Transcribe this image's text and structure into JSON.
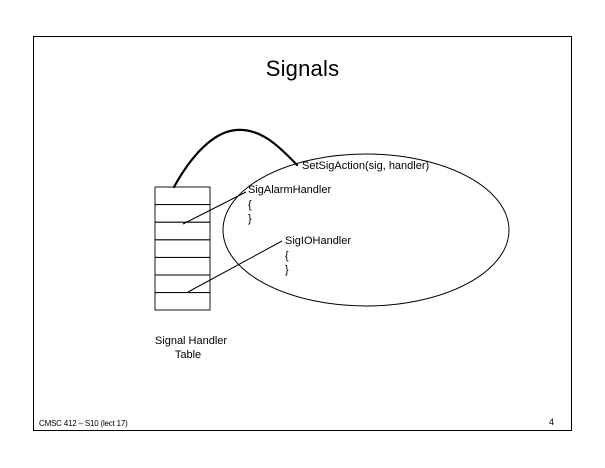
{
  "slide": {
    "title": "Signals",
    "footer_left": "CMSC 412 – S10  (lect 17)",
    "page_number": "4"
  },
  "diagram": {
    "call": "SetSigAction(sig, handler)",
    "handler1": {
      "name": "SigAlarmHandler",
      "open_brace": "{",
      "close_brace": "}"
    },
    "handler2": {
      "name": "SigIOHandler",
      "open_brace": "{",
      "close_brace": "}"
    },
    "table_label_line1": "Signal Handler",
    "table_label_line2": "Table",
    "table_rows": [
      "",
      "",
      "",
      "",
      "",
      "",
      ""
    ]
  }
}
